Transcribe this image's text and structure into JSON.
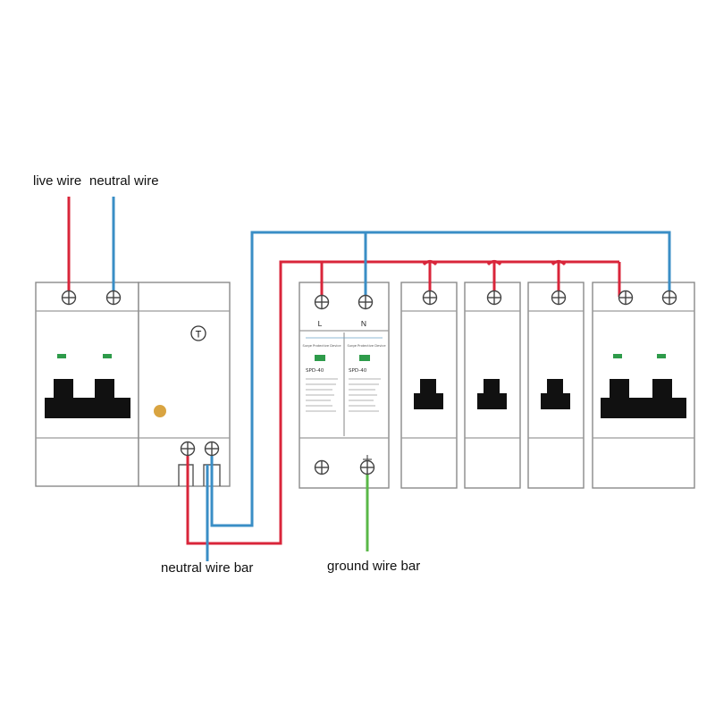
{
  "labels": {
    "live_wire": "live wire",
    "neutral_wire": "neutral wire",
    "neutral_wire_bar": "neutral wire bar",
    "ground_wire_bar": "ground wire bar",
    "rcd_test": "T",
    "spd_l": "L",
    "spd_n": "N",
    "spd_model": "SPD-40",
    "spd_model_2": "SPD-40",
    "spd_header": "Surge Protective Device"
  },
  "colors": {
    "live": "#d9253a",
    "neutral": "#3a8ec6",
    "ground": "#5ab848",
    "indicator": "#2e9b4a",
    "test_button": "#d9a441",
    "toggle": "#111111"
  },
  "icons": {
    "terminal": "terminal-screw-icon",
    "ground": "ground-symbol-icon"
  }
}
